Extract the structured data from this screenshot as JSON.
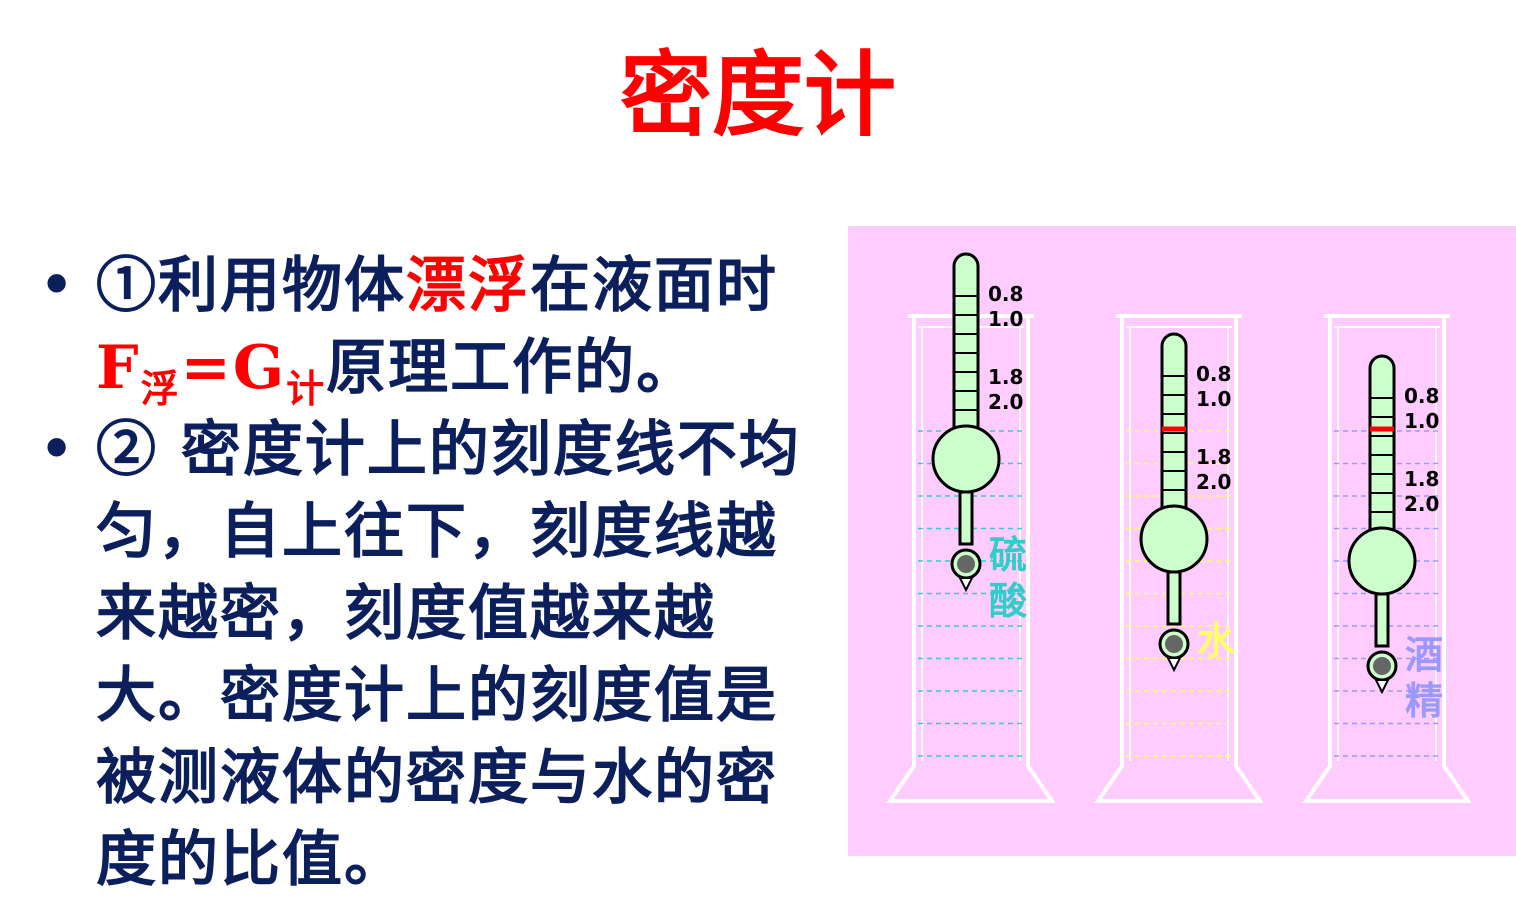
{
  "title": "密度计",
  "colors": {
    "title": "#ff0000",
    "text": "#0b1f5c",
    "highlight": "#ff0000",
    "panel_bg": "#ffccff",
    "hydrometer_fill": "#ccffcc",
    "liquid_sulfuric": "#33cccc",
    "liquid_water": "#ffff66",
    "liquid_alcohol": "#9999ff"
  },
  "bullets": [
    {
      "circle": "①",
      "pre": "利用物体",
      "emph": "漂浮",
      "mid": "在液面时",
      "f": "F",
      "f_sub": "浮",
      "eq": "=G",
      "g_sub": "计",
      "post": "原理工作的。"
    },
    {
      "circle": "②",
      "text": "密度计上的刻度线不均匀，自上往下，刻度线越来越密，刻度值越来越大。密度计上的刻度值是被测液体的密度与水的密度的比值。"
    }
  ],
  "diagram": {
    "scale_labels": [
      "0.8",
      "1.0",
      "1.8",
      "2.0"
    ],
    "cylinders": [
      {
        "liquid": "硫酸",
        "liquid_key": "liquid_sulfuric",
        "density": 1.8
      },
      {
        "liquid": "水",
        "liquid_key": "liquid_water",
        "density": 1.0
      },
      {
        "liquid": "酒精",
        "liquid_key": "liquid_alcohol",
        "density": 0.8
      }
    ]
  }
}
